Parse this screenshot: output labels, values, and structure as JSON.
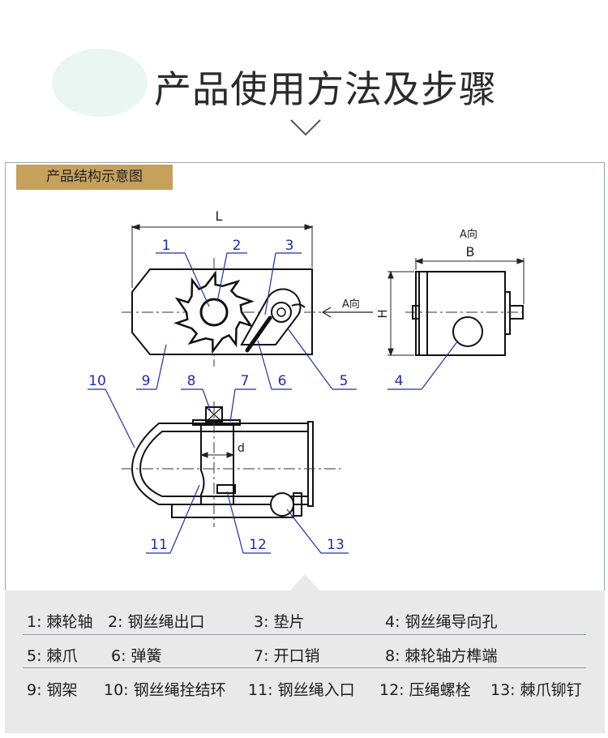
{
  "page": {
    "title": "产品使用方法及步骤",
    "tag": "产品结构示意图"
  },
  "drawing": {
    "dim_L": "L",
    "dim_B": "B",
    "dim_H": "H",
    "dim_d": "d",
    "view_a_top": "A向",
    "view_a_arrow": "A向",
    "callouts": [
      "1",
      "2",
      "3",
      "4",
      "5",
      "6",
      "7",
      "8",
      "9",
      "10",
      "11",
      "12",
      "13"
    ]
  },
  "legend": {
    "rows": [
      [
        "1: 棘轮轴",
        "2: 钢丝绳出口",
        "3: 垫片",
        "4: 钢丝绳导向孔"
      ],
      [
        "5: 棘爪",
        "6: 弹簧",
        "7: 开口销",
        "8: 棘轮轴方榫端"
      ],
      [
        "9: 钢架",
        "10: 钢丝绳拴结环",
        "11: 钢丝绳入口",
        "12: 压绳螺栓",
        "13: 棘爪铆钉"
      ]
    ]
  },
  "colors": {
    "accent": "#c6a15c",
    "leader": "#1f2ea8",
    "line": "#111111",
    "legend_bg": "#e9e9e9"
  }
}
